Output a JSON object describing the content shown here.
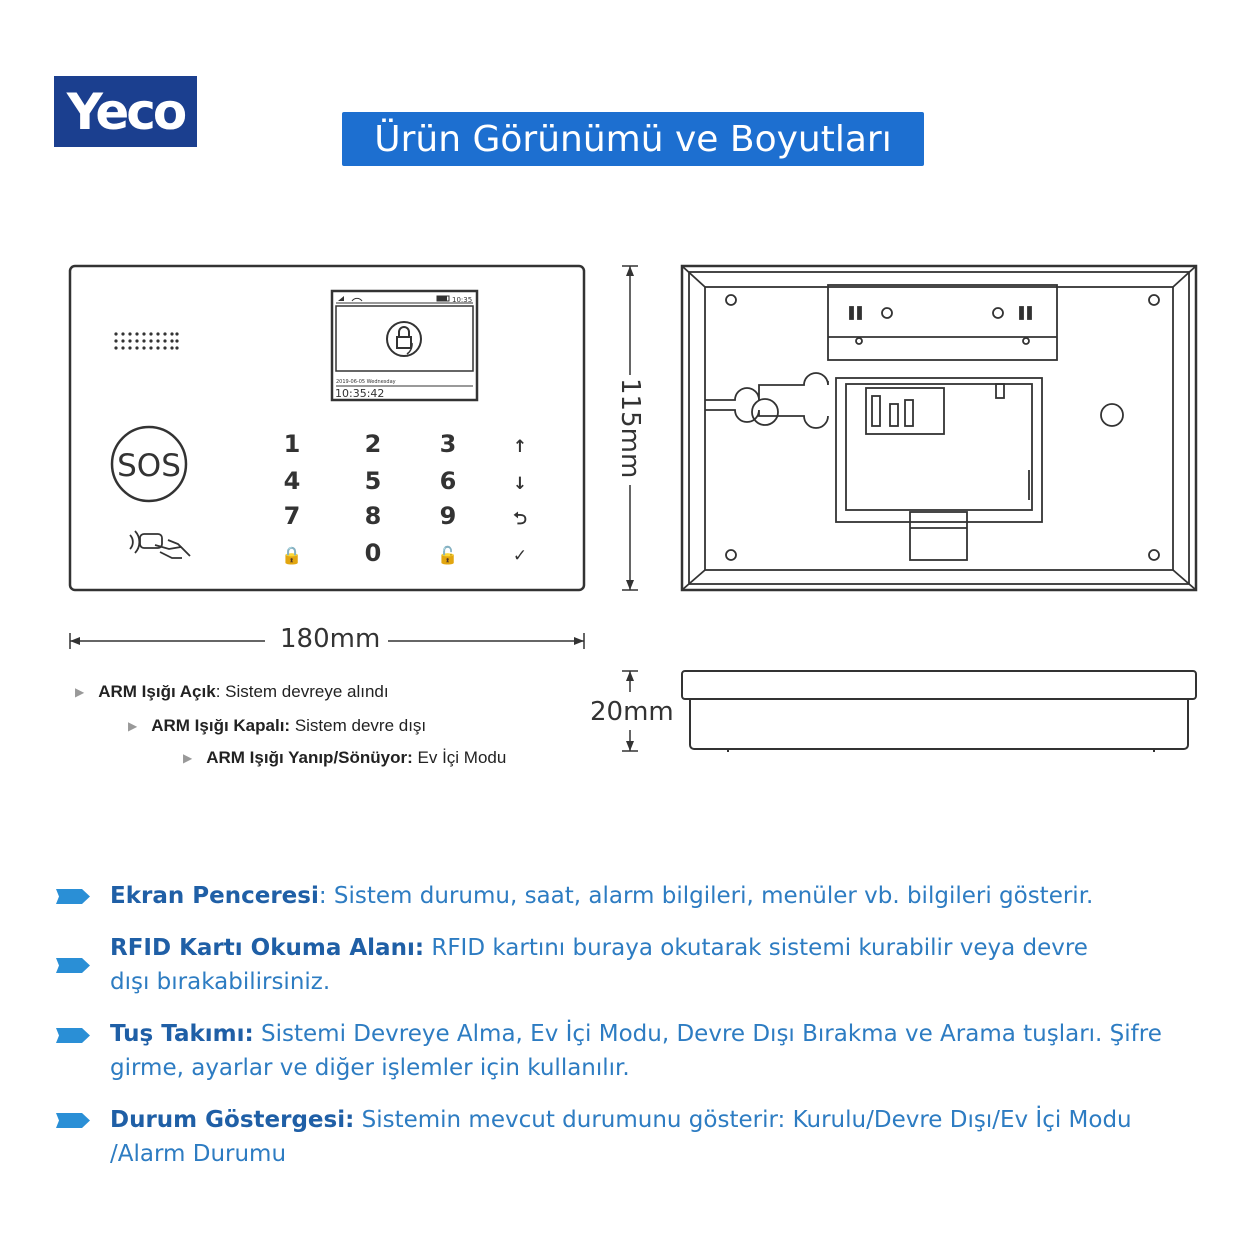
{
  "logo": {
    "text": "Yeco"
  },
  "title": "Ürün Görünümü ve Boyutları",
  "device": {
    "screen_status_time": "10:35",
    "screen_date": "2019-06-05 Wednesday",
    "screen_clock": "10:35:42",
    "sos_label": "SOS",
    "keys": [
      "1",
      "2",
      "3",
      "↑",
      "4",
      "5",
      "6",
      "↓",
      "7",
      "8",
      "9",
      "⮌",
      "🔒",
      "0",
      "🔓",
      "✓"
    ]
  },
  "dimensions": {
    "width": "180mm",
    "height": "115mm",
    "depth": "20mm"
  },
  "arm_lights": [
    {
      "label": "ARM Işığı Açık",
      "text": ": Sistem devreye alındı"
    },
    {
      "label": "ARM Işığı Kapalı:",
      "text": " Sistem devre dışı"
    },
    {
      "label": "ARM Işığı Yanıp/Sönüyor:",
      "text": " Ev İçi Modu"
    }
  ],
  "features": [
    {
      "label": "Ekran Penceresi",
      "text": ": Sistem durumu, saat, alarm bilgileri, menüler vb. bilgileri gösterir."
    },
    {
      "label": "RFID Kartı Okuma Alanı:",
      "text": " RFID kartını buraya okutarak sistemi kurabilir veya devre dışı bırakabilirsiniz."
    },
    {
      "label": "Tuş Takımı:",
      "text": " Sistemi Devreye Alma, Ev İçi Modu, Devre Dışı Bırakma ve Arama tuşları. Şifre girme, ayarlar ve diğer işlemler için kullanılır."
    },
    {
      "label": "Durum Göstergesi:",
      "text": " Sistemin mevcut durumunu gösterir: Kurulu/Devre Dışı/Ev İçi Modu /Alarm Durumu"
    }
  ],
  "colors": {
    "brand": "#1b3f8f",
    "title_bar": "#1d6fd0",
    "feature_text": "#2d7cc2",
    "bullet": "#2a8fd6"
  }
}
